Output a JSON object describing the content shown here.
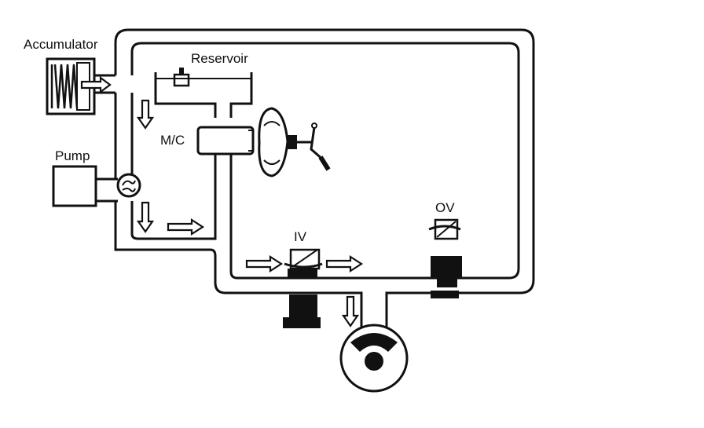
{
  "labels": {
    "accumulator": "Accumulator",
    "reservoir": "Reservoir",
    "mc": "M/C",
    "pump": "Pump",
    "iv": "IV",
    "ov": "OV"
  },
  "colors": {
    "line": "#111111",
    "background": "#ffffff"
  }
}
